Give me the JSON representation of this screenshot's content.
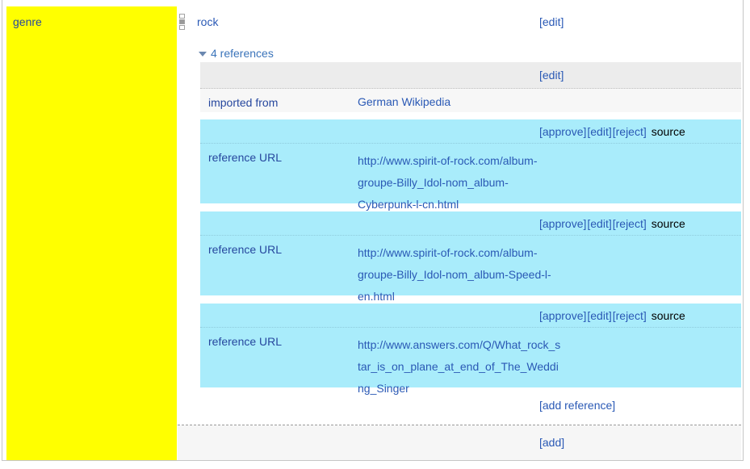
{
  "colors": {
    "property_highlight": "#ffff00",
    "new_reference_highlight": "#a9ecfb",
    "reference_background": "#f7f7f7",
    "link_blue": "#2a59b5"
  },
  "statement": {
    "property_label": "genre",
    "value_label": "rock",
    "edit_label": "[edit]",
    "references_toggle_label": "4 references",
    "add_reference_label": "[add reference]",
    "add_label": "[add]"
  },
  "references": [
    {
      "edit_label": "[edit]",
      "property_label": "imported from",
      "value_label": "German Wikipedia"
    },
    {
      "approve_label": "[approve]",
      "edit_label": "[edit]",
      "reject_label": "[reject]",
      "source_label": "source",
      "property_label": "reference URL",
      "value_label": "http://www.spirit-of-rock.com/album-groupe-Billy_Idol-nom_album-Cyberpunk-l-cn.html"
    },
    {
      "approve_label": "[approve]",
      "edit_label": "[edit]",
      "reject_label": "[reject]",
      "source_label": "source",
      "property_label": "reference URL",
      "value_label": "http://www.spirit-of-rock.com/album-groupe-Billy_Idol-nom_album-Speed-l-en.html"
    },
    {
      "approve_label": "[approve]",
      "edit_label": "[edit]",
      "reject_label": "[reject]",
      "source_label": "source",
      "property_label": "reference URL",
      "value_label": "http://www.answers.com/Q/What_rock_star_is_on_plane_at_end_of_The_Wedding_Singer"
    }
  ]
}
